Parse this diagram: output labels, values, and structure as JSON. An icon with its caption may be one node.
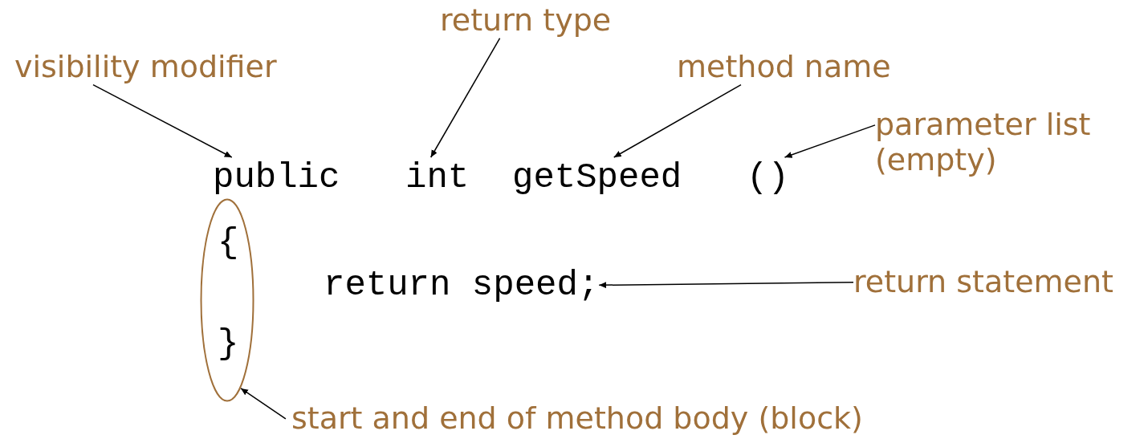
{
  "diagram": {
    "nodes": [
      {
        "text": [
          "visibility modifier"
        ]
      },
      {
        "text": [
          "return type"
        ]
      },
      {
        "text": [
          "method name"
        ]
      },
      {
        "text": [
          "parameter list (empty)"
        ]
      },
      {
        "text": [
          "return statement"
        ]
      },
      {
        "text": [
          "start and end of method body (block)"
        ]
      },
      {
        "text": [
          "public"
        ]
      },
      {
        "text": [
          "int"
        ]
      },
      {
        "text": [
          "getSpeed"
        ]
      },
      {
        "text": [
          "()"
        ]
      },
      {
        "text": [],
        "shape": "ellipse"
      },
      {
        "text": [
          "{"
        ],
        "in": 10
      },
      {
        "text": [
          "return speed;"
        ]
      },
      {
        "text": [
          "}"
        ],
        "in": 10
      }
    ],
    "edges": [
      {
        "from": 0,
        "to": 6,
        "arrow": "to"
      },
      {
        "from": 1,
        "to": 7,
        "arrow": "to"
      },
      {
        "from": 2,
        "to": 8,
        "arrow": "to"
      },
      {
        "from": 3,
        "to": 9,
        "arrow": "to"
      },
      {
        "from": 4,
        "to": 12,
        "arrow": "to"
      },
      {
        "from": 5,
        "to": 10,
        "arrow": "to"
      }
    ]
  }
}
